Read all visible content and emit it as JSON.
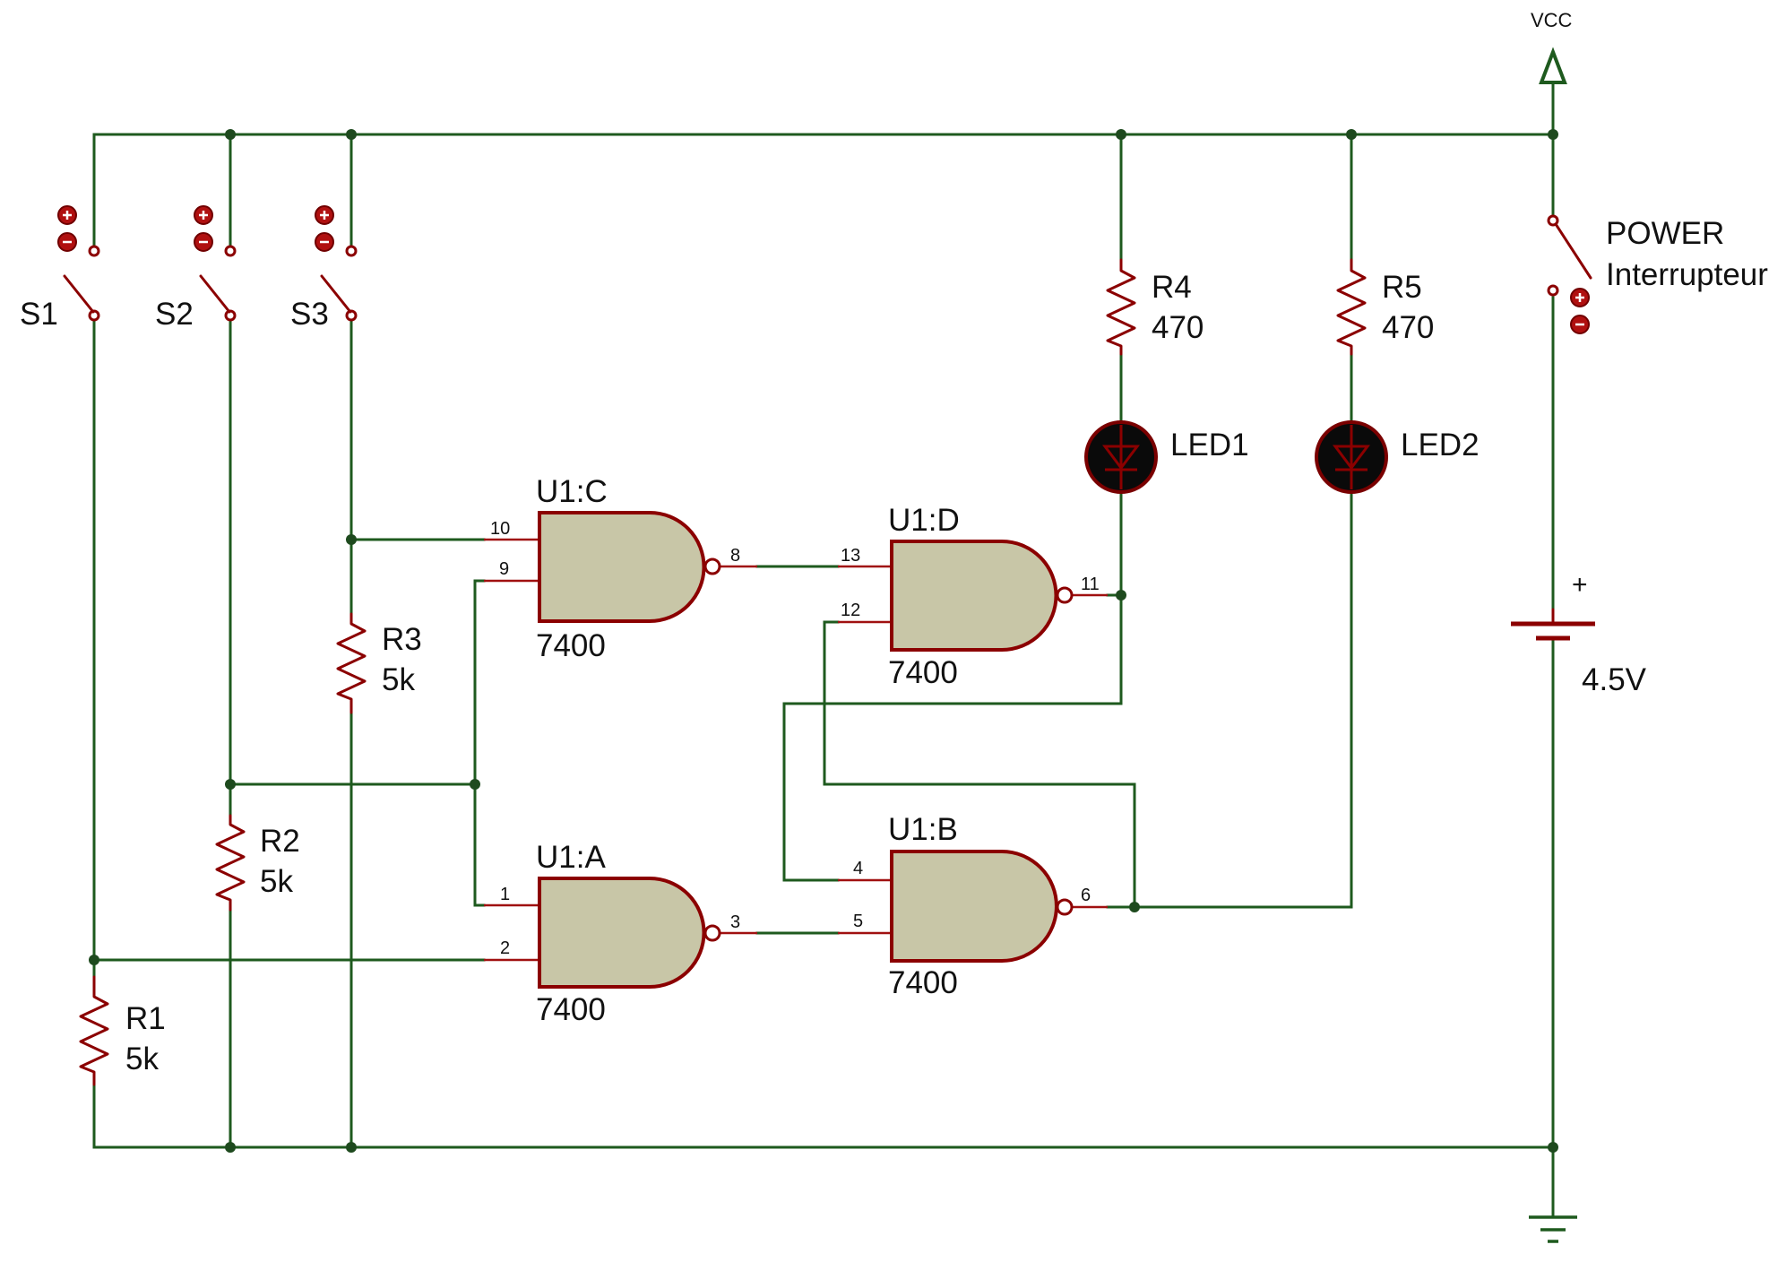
{
  "supply": {
    "label": "VCC"
  },
  "power_switch": {
    "name": "POWER",
    "desc": "Interrupteur"
  },
  "battery": {
    "value": "4.5V",
    "polarity": "+"
  },
  "switches": [
    {
      "name": "S1"
    },
    {
      "name": "S2"
    },
    {
      "name": "S3"
    }
  ],
  "resistors": [
    {
      "name": "R1",
      "value": "5k"
    },
    {
      "name": "R2",
      "value": "5k"
    },
    {
      "name": "R3",
      "value": "5k"
    },
    {
      "name": "R4",
      "value": "470"
    },
    {
      "name": "R5",
      "value": "470"
    }
  ],
  "leds": [
    {
      "name": "LED1"
    },
    {
      "name": "LED2"
    }
  ],
  "gates": [
    {
      "name": "U1:C",
      "part": "7400",
      "pins": [
        "10",
        "9",
        "8"
      ]
    },
    {
      "name": "U1:D",
      "part": "7400",
      "pins": [
        "13",
        "12",
        "11"
      ]
    },
    {
      "name": "U1:A",
      "part": "7400",
      "pins": [
        "1",
        "2",
        "3"
      ]
    },
    {
      "name": "U1:B",
      "part": "7400",
      "pins": [
        "4",
        "5",
        "6"
      ]
    }
  ],
  "colors": {
    "wire": "#1e5a1e",
    "component": "#8b0000",
    "gate_fill": "#c8c6a7",
    "junction": "#1e4a1e",
    "led_body": "#0a0a0a"
  }
}
